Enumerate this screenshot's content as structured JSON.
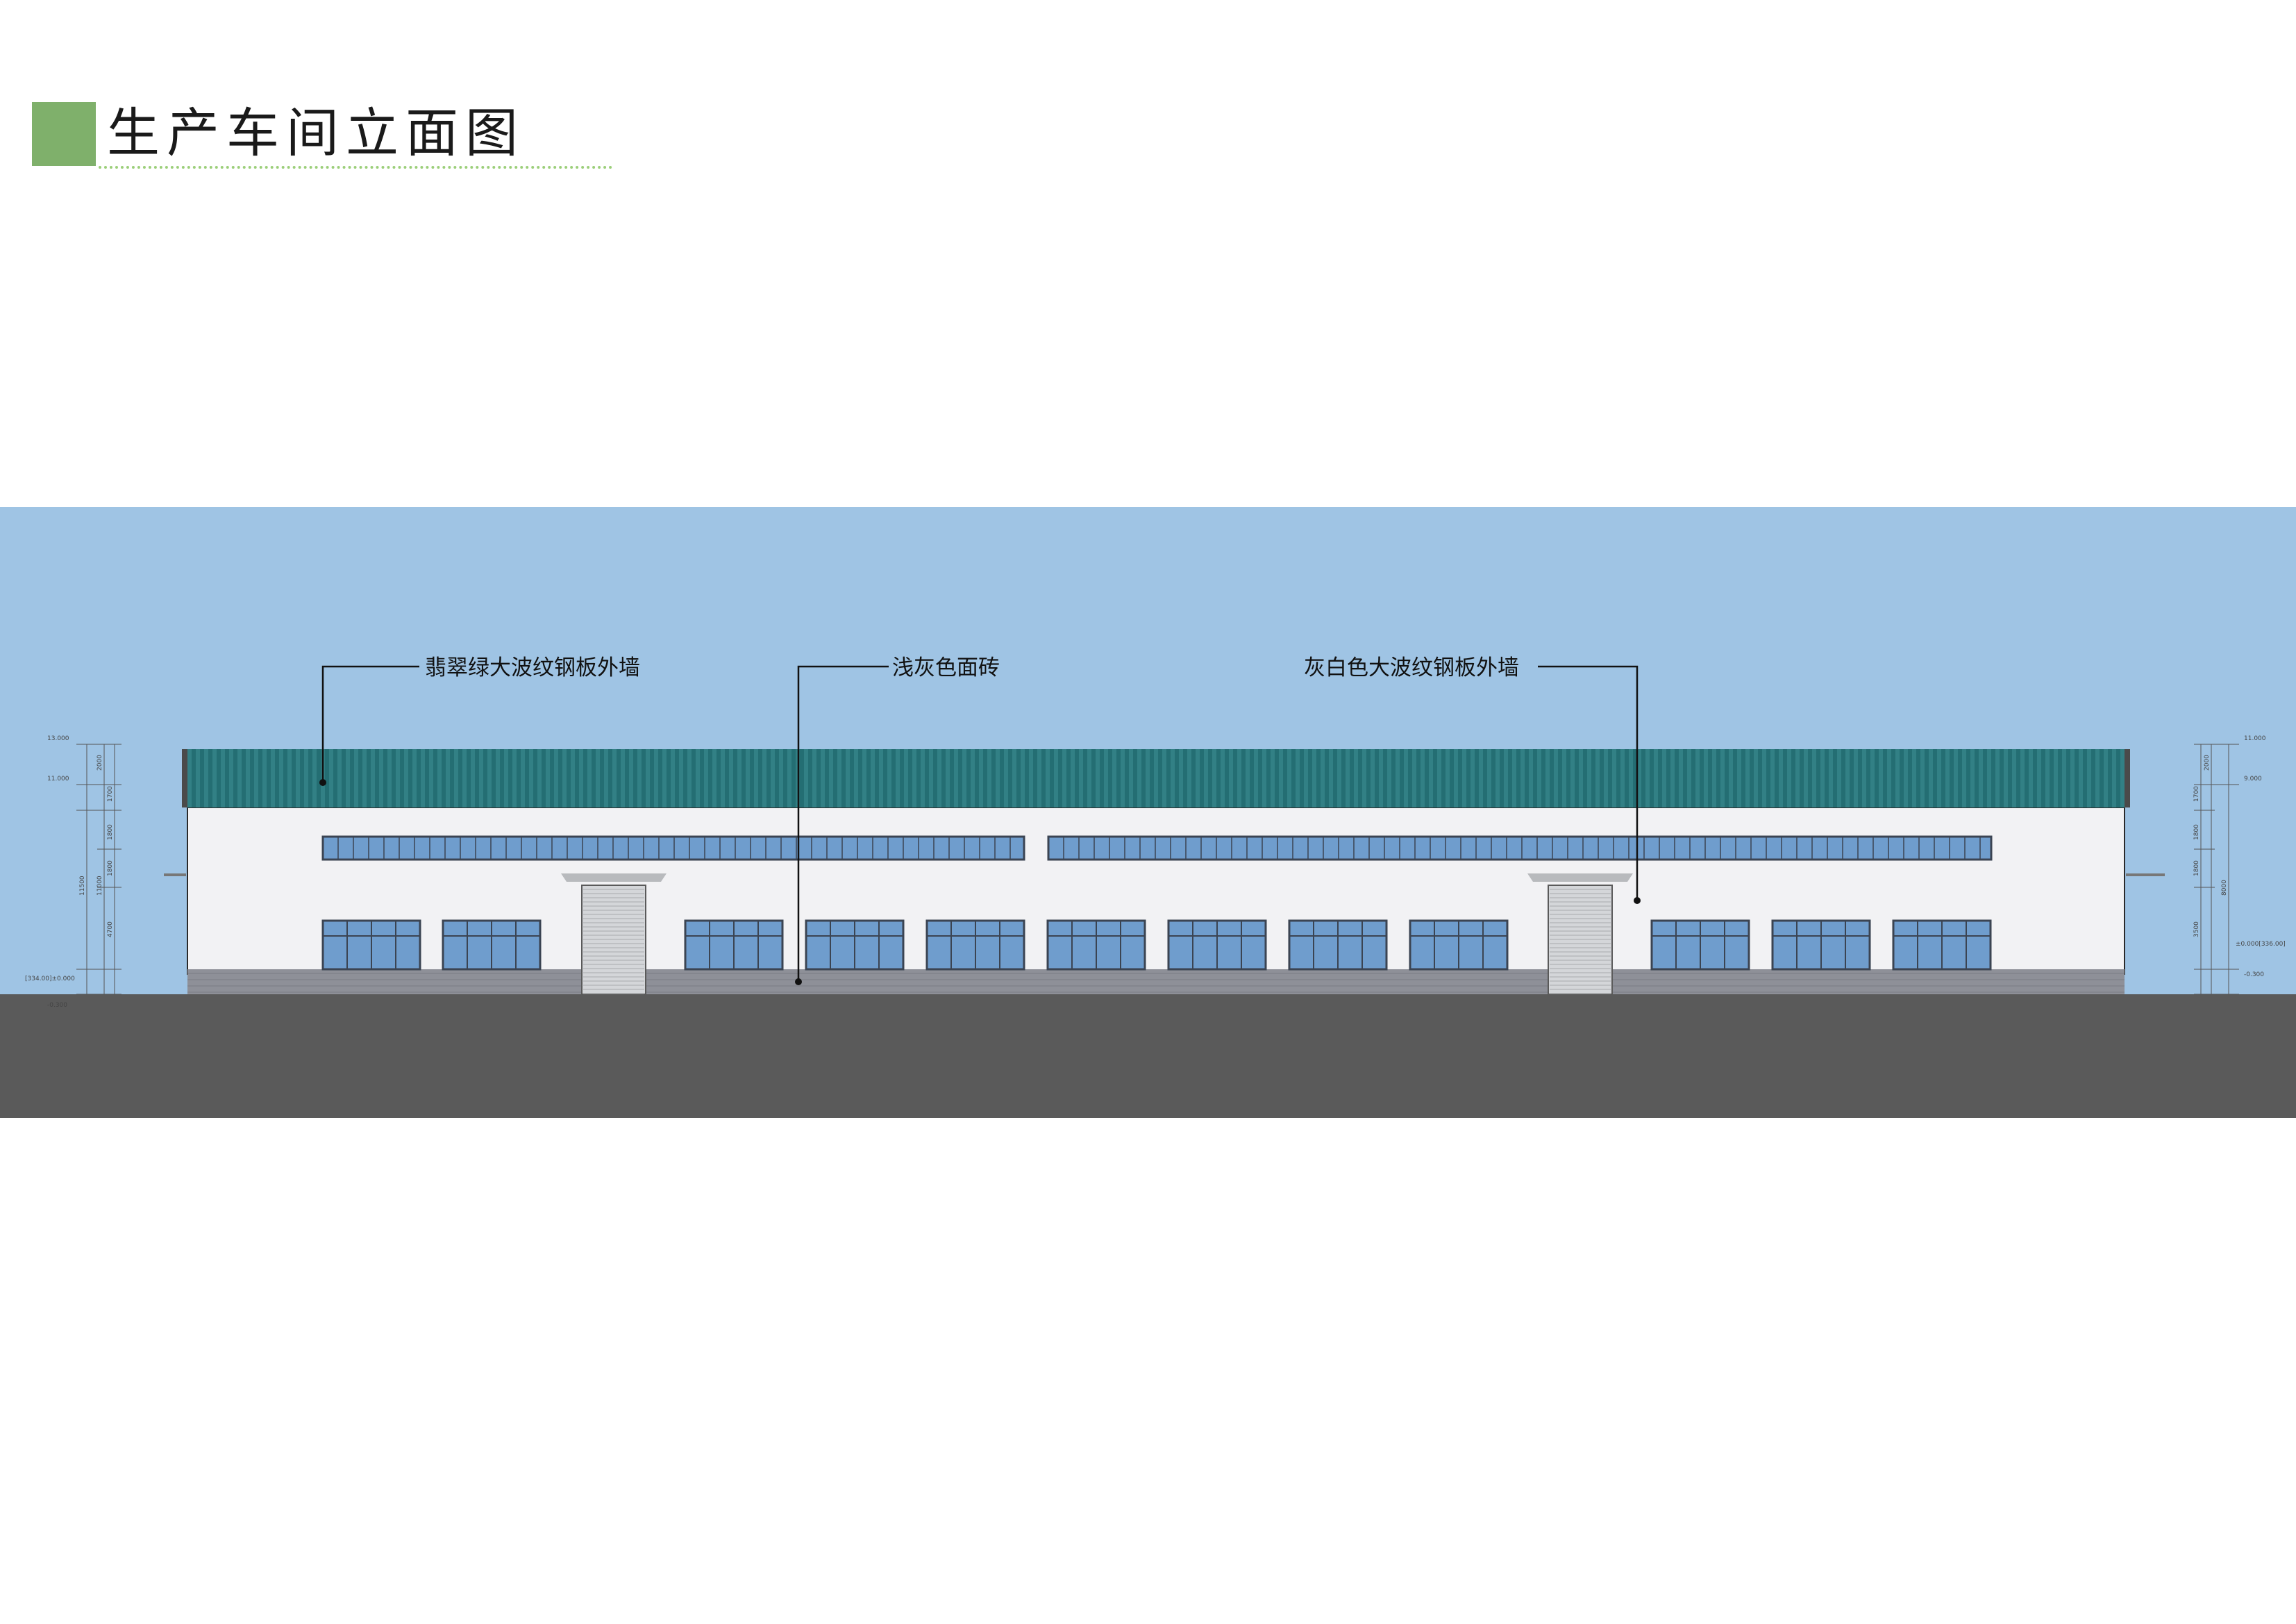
{
  "page": {
    "title": "生产车间立面图"
  },
  "colors": {
    "title_square": "#7fb06b",
    "title_underline": "#9ccf7a",
    "sky": "#9fc4e4",
    "ground": "#5a5a5a",
    "wall": "#f2f2f4",
    "roof_band": "#246e73",
    "plinth_tile": "#8e9098",
    "window_glass": "#6f9dcd",
    "window_frame": "#3b4452",
    "door": "#d4d6d9"
  },
  "callouts": [
    {
      "id": "green-cladding",
      "label": "翡翠绿大波纹钢板外墙"
    },
    {
      "id": "light-grey-tile",
      "label": "浅灰色面砖"
    },
    {
      "id": "grey-white-cladding",
      "label": "灰白色大波纹钢板外墙"
    }
  ],
  "dimensions": {
    "left": [
      "13.000",
      "11.000",
      "2000",
      "1700",
      "1800",
      "1800",
      "4700",
      "11500",
      "11000",
      "[334.00]±0.000",
      "-0.300"
    ],
    "right": [
      "11.000",
      "9.000",
      "2000",
      "1700",
      "1800",
      "1800",
      "3500",
      "8000",
      "±0.000[336.00]",
      "-0.300"
    ]
  }
}
